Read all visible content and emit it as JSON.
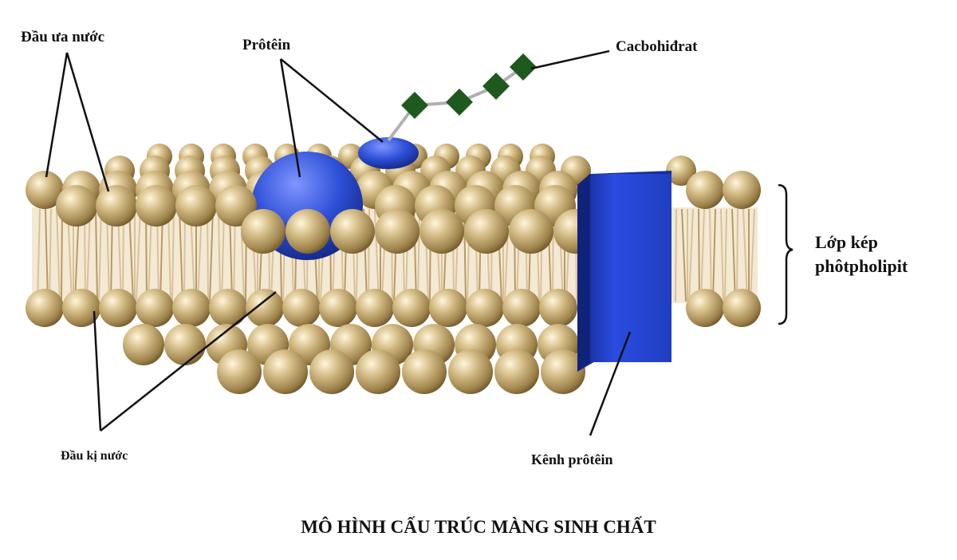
{
  "labels": {
    "hydrophilic_head": "Đầu ưa nước",
    "protein": "Prôtêin",
    "carbohydrate": "Cacbohiđrat",
    "bilayer_line1": "Lớp kép",
    "bilayer_line2": "phôtpholipit",
    "hydrophobic_tail": "Đầu kị nước",
    "channel_protein": "Kênh prôtêin"
  },
  "title": "MÔ HÌNH CẤU TRÚC MÀNG SINH CHẤT",
  "colors": {
    "head": "#c9b27a",
    "head_dark": "#8a6f3a",
    "tail": "#cfb888",
    "protein": "#2546c8",
    "carbohydrate": "#1e5a1e",
    "label": "#111111"
  }
}
